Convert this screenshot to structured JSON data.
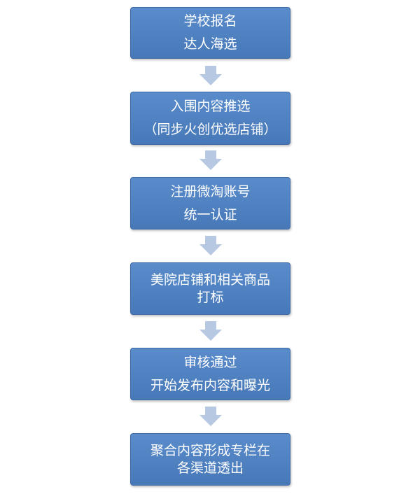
{
  "steps": [
    {
      "line1": "学校报名",
      "line2": "达人海选"
    },
    {
      "line1": "入围内容推选",
      "line2": "（同步火创优选店铺）"
    },
    {
      "line1": "注册微淘账号",
      "line2": "统一认证"
    },
    {
      "line1": "美院店铺和相关商品",
      "line2": "打标"
    },
    {
      "line1": "审核通过",
      "line2": "开始发布内容和曝光"
    },
    {
      "line1": "聚合内容形成专栏在",
      "line2": "各渠道透出"
    }
  ],
  "colors": {
    "box_fill": "#4f81bd",
    "box_border": "#3e6aa5",
    "arrow_fill": "#b7c8e2",
    "text": "#ffffff"
  }
}
